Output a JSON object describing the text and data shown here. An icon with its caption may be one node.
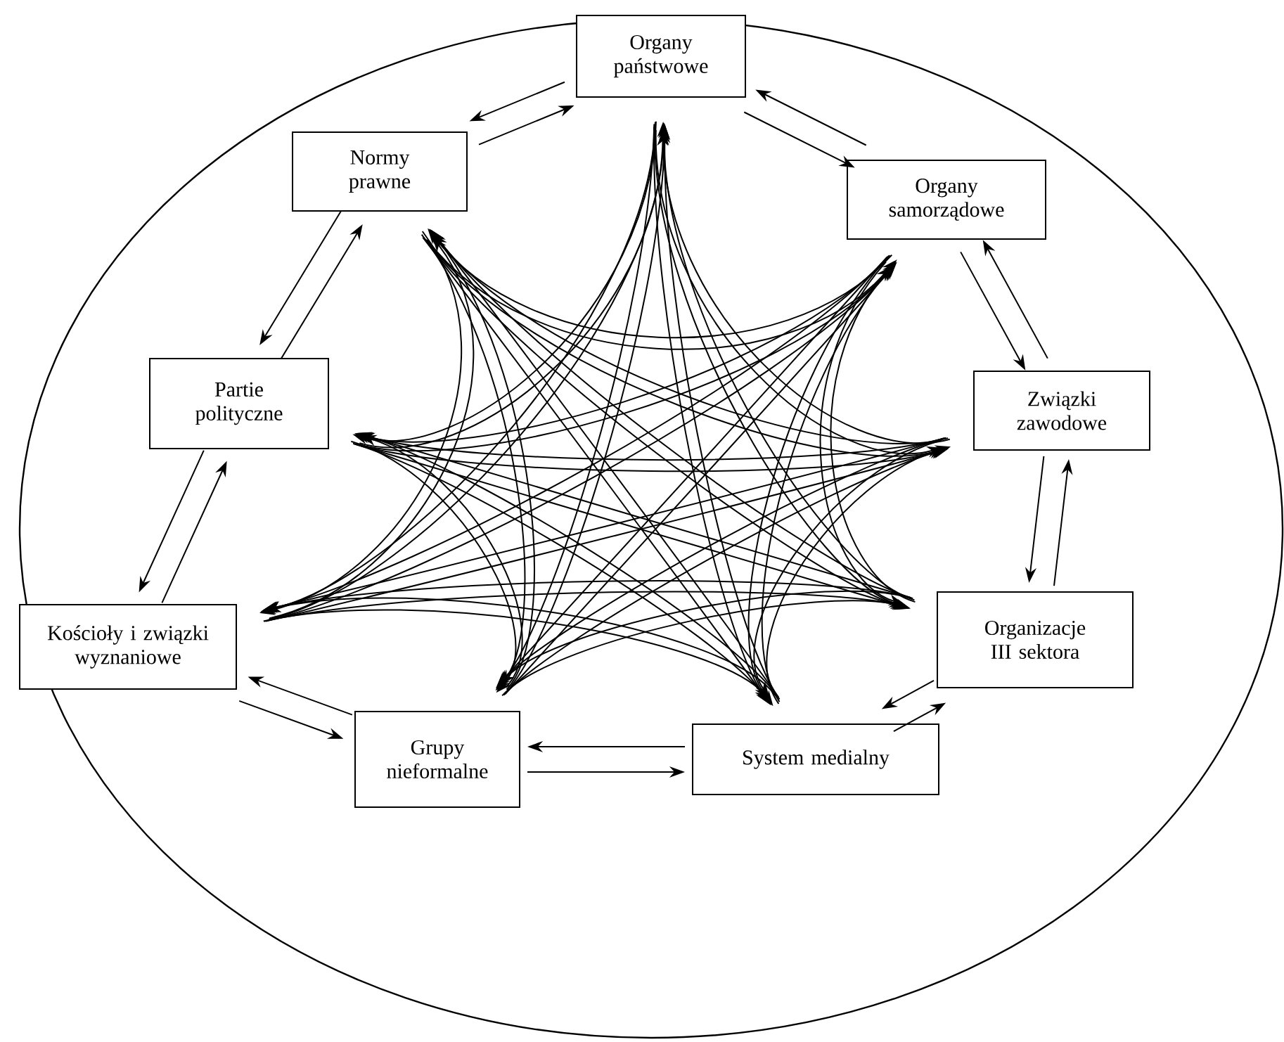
{
  "diagram": {
    "nodes": [
      {
        "text": [
          "Organy państwowe"
        ]
      },
      {
        "text": [
          "Organy samorządowe"
        ]
      },
      {
        "text": [
          "Związki zawodowe"
        ]
      },
      {
        "text": [
          "Organizacje III sektora"
        ]
      },
      {
        "text": [
          "System medialny"
        ]
      },
      {
        "text": [
          "Grupy nieformalne"
        ]
      },
      {
        "text": [
          "Kościoły i związki wyznaniowe"
        ]
      },
      {
        "text": [
          "Partie polityczne"
        ]
      },
      {
        "text": [
          "Normy prawne"
        ]
      }
    ],
    "edges": [
      {
        "from": 0,
        "to": 1,
        "arrow": "to"
      },
      {
        "from": 1,
        "to": 0,
        "arrow": "to"
      },
      {
        "from": 0,
        "to": 2,
        "arrow": "to"
      },
      {
        "from": 2,
        "to": 0,
        "arrow": "to"
      },
      {
        "from": 0,
        "to": 3,
        "arrow": "to"
      },
      {
        "from": 3,
        "to": 0,
        "arrow": "to"
      },
      {
        "from": 0,
        "to": 4,
        "arrow": "to"
      },
      {
        "from": 4,
        "to": 0,
        "arrow": "to"
      },
      {
        "from": 0,
        "to": 5,
        "arrow": "to"
      },
      {
        "from": 5,
        "to": 0,
        "arrow": "to"
      },
      {
        "from": 0,
        "to": 6,
        "arrow": "to"
      },
      {
        "from": 6,
        "to": 0,
        "arrow": "to"
      },
      {
        "from": 0,
        "to": 7,
        "arrow": "to"
      },
      {
        "from": 7,
        "to": 0,
        "arrow": "to"
      },
      {
        "from": 0,
        "to": 8,
        "arrow": "to"
      },
      {
        "from": 8,
        "to": 0,
        "arrow": "to"
      },
      {
        "from": 1,
        "to": 2,
        "arrow": "to"
      },
      {
        "from": 2,
        "to": 1,
        "arrow": "to"
      },
      {
        "from": 1,
        "to": 3,
        "arrow": "to"
      },
      {
        "from": 3,
        "to": 1,
        "arrow": "to"
      },
      {
        "from": 1,
        "to": 4,
        "arrow": "to"
      },
      {
        "from": 4,
        "to": 1,
        "arrow": "to"
      },
      {
        "from": 1,
        "to": 5,
        "arrow": "to"
      },
      {
        "from": 5,
        "to": 1,
        "arrow": "to"
      },
      {
        "from": 1,
        "to": 6,
        "arrow": "to"
      },
      {
        "from": 6,
        "to": 1,
        "arrow": "to"
      },
      {
        "from": 1,
        "to": 7,
        "arrow": "to"
      },
      {
        "from": 7,
        "to": 1,
        "arrow": "to"
      },
      {
        "from": 1,
        "to": 8,
        "arrow": "to"
      },
      {
        "from": 8,
        "to": 1,
        "arrow": "to"
      },
      {
        "from": 2,
        "to": 3,
        "arrow": "to"
      },
      {
        "from": 3,
        "to": 2,
        "arrow": "to"
      },
      {
        "from": 2,
        "to": 4,
        "arrow": "to"
      },
      {
        "from": 4,
        "to": 2,
        "arrow": "to"
      },
      {
        "from": 2,
        "to": 5,
        "arrow": "to"
      },
      {
        "from": 5,
        "to": 2,
        "arrow": "to"
      },
      {
        "from": 2,
        "to": 6,
        "arrow": "to"
      },
      {
        "from": 6,
        "to": 2,
        "arrow": "to"
      },
      {
        "from": 2,
        "to": 7,
        "arrow": "to"
      },
      {
        "from": 7,
        "to": 2,
        "arrow": "to"
      },
      {
        "from": 2,
        "to": 8,
        "arrow": "to"
      },
      {
        "from": 8,
        "to": 2,
        "arrow": "to"
      },
      {
        "from": 3,
        "to": 4,
        "arrow": "to"
      },
      {
        "from": 4,
        "to": 3,
        "arrow": "to"
      },
      {
        "from": 3,
        "to": 5,
        "arrow": "to"
      },
      {
        "from": 5,
        "to": 3,
        "arrow": "to"
      },
      {
        "from": 3,
        "to": 6,
        "arrow": "to"
      },
      {
        "from": 6,
        "to": 3,
        "arrow": "to"
      },
      {
        "from": 3,
        "to": 7,
        "arrow": "to"
      },
      {
        "from": 7,
        "to": 3,
        "arrow": "to"
      },
      {
        "from": 3,
        "to": 8,
        "arrow": "to"
      },
      {
        "from": 8,
        "to": 3,
        "arrow": "to"
      },
      {
        "from": 4,
        "to": 5,
        "arrow": "to"
      },
      {
        "from": 5,
        "to": 4,
        "arrow": "to"
      },
      {
        "from": 4,
        "to": 6,
        "arrow": "to"
      },
      {
        "from": 6,
        "to": 4,
        "arrow": "to"
      },
      {
        "from": 4,
        "to": 7,
        "arrow": "to"
      },
      {
        "from": 7,
        "to": 4,
        "arrow": "to"
      },
      {
        "from": 4,
        "to": 8,
        "arrow": "to"
      },
      {
        "from": 8,
        "to": 4,
        "arrow": "to"
      },
      {
        "from": 5,
        "to": 6,
        "arrow": "to"
      },
      {
        "from": 6,
        "to": 5,
        "arrow": "to"
      },
      {
        "from": 5,
        "to": 7,
        "arrow": "to"
      },
      {
        "from": 7,
        "to": 5,
        "arrow": "to"
      },
      {
        "from": 5,
        "to": 8,
        "arrow": "to"
      },
      {
        "from": 8,
        "to": 5,
        "arrow": "to"
      },
      {
        "from": 6,
        "to": 7,
        "arrow": "to"
      },
      {
        "from": 7,
        "to": 6,
        "arrow": "to"
      },
      {
        "from": 6,
        "to": 8,
        "arrow": "to"
      },
      {
        "from": 8,
        "to": 6,
        "arrow": "to"
      },
      {
        "from": 7,
        "to": 8,
        "arrow": "to"
      },
      {
        "from": 8,
        "to": 7,
        "arrow": "to"
      }
    ]
  }
}
